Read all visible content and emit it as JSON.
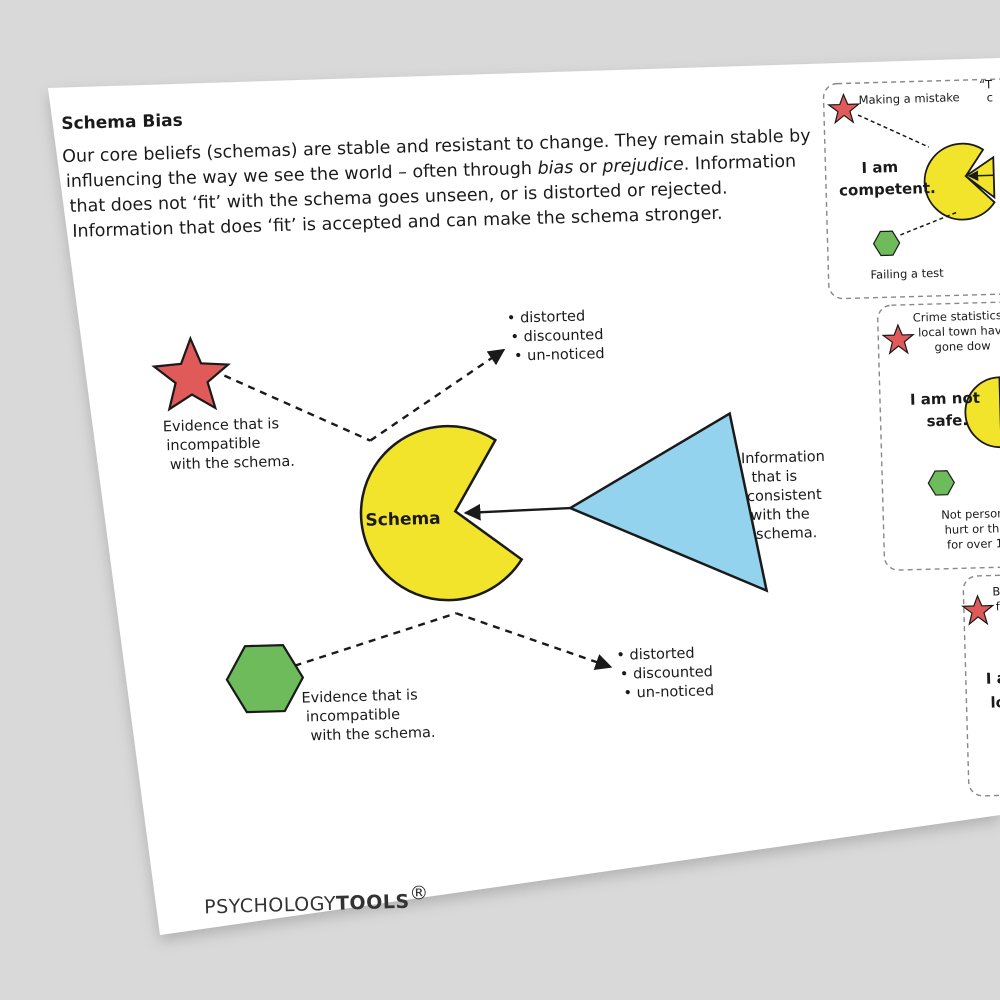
{
  "document": {
    "title": "Schema Bias",
    "intro_lines": [
      "Our core beliefs (schemas) are stable and resistant to change. They remain stable by",
      "influencing the way we see the world – often through ",
      "bias",
      " or ",
      "prejudice",
      ".  Information",
      "that does not ‘fit’ with the  schema goes unseen, or is distorted or rejected.",
      "Information that does ‘fit’ is accepted and can make the schema stronger."
    ]
  },
  "diagram": {
    "center_label": "Schema",
    "star_evidence": [
      "Evidence that is",
      "incompatible",
      "with the schema."
    ],
    "hexagon_evidence": [
      "Evidence that is",
      "incompatible",
      "with the schema."
    ],
    "triangle_info": [
      "Information",
      "that is",
      "consistent",
      "with the",
      "schema."
    ],
    "outcomes_top": [
      "• distorted",
      "• discounted",
      "• un-noticed"
    ],
    "outcomes_bottom": [
      "• distorted",
      "• discounted",
      "• un-noticed"
    ],
    "colors": {
      "pacman": "#f2e32b",
      "star": "#e05a5a",
      "hexagon": "#6dbb5b",
      "triangle": "#93d3ee"
    }
  },
  "cards": [
    {
      "star_text": "Making a mistake",
      "belief": [
        "I am",
        "competent."
      ],
      "hex_text": "Failing a test",
      "quote_fragment": "“T",
      "quote_fragment_2": "c"
    },
    {
      "star_text": [
        "Crime statistics",
        "local town hav",
        "gone dow"
      ],
      "belief": [
        "I am not",
        "safe."
      ],
      "hex_text": [
        "Not person",
        "hurt or th",
        "for over 1"
      ]
    },
    {
      "star_text": [
        "Be",
        "fo"
      ],
      "belief": [
        "I a",
        "lo"
      ]
    }
  ],
  "branding": {
    "logo_part1": "PSYCHOLOGY",
    "logo_part2": "TOOLS",
    "logo_mark": "®"
  }
}
